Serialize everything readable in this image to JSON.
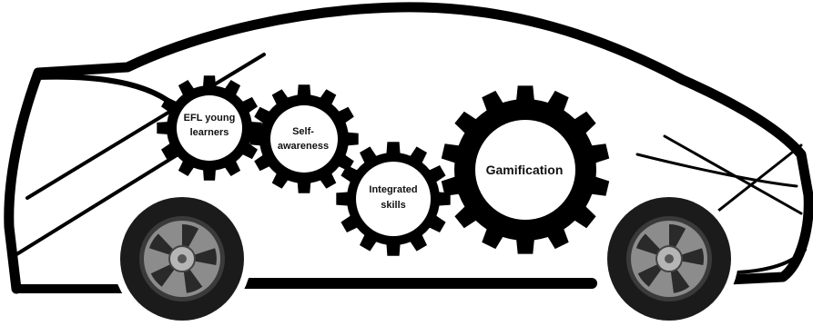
{
  "diagram": {
    "gears": [
      {
        "id": "efl",
        "lines": [
          "EFL young",
          "learners"
        ]
      },
      {
        "id": "self",
        "lines": [
          "Self-",
          "awareness"
        ]
      },
      {
        "id": "integrated",
        "lines": [
          "Integrated",
          "skills"
        ]
      },
      {
        "id": "gamification",
        "lines": [
          "Gamification"
        ]
      }
    ]
  },
  "colors": {
    "ink": "#000000",
    "tire": "#1b1b1b",
    "rim": "#8c8c8c",
    "gear_face": "#ffffff"
  }
}
